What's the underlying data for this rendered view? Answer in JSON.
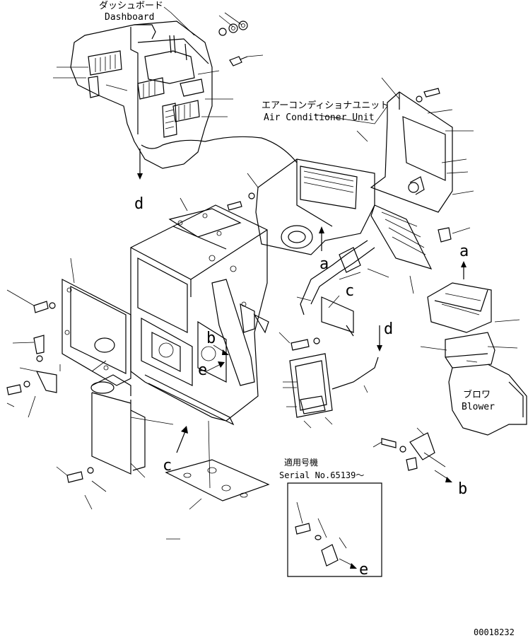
{
  "labels": {
    "dashboard_jp": "ダッシュボード",
    "dashboard_en": "Dashboard",
    "ac_unit_jp": "エアーコンディショナユニット",
    "ac_unit_en": "Air Conditioner Unit",
    "blower_jp": "ブロワ",
    "blower_en": "Blower",
    "serial_jp": "適用号機",
    "serial_en": "Serial No.65139～",
    "drawing_number": "00018232"
  },
  "callouts": {
    "a1": "a",
    "a2": "a",
    "b1": "b",
    "b2": "b",
    "c1": "c",
    "c2": "c",
    "d1": "d",
    "d2": "d",
    "e1": "e",
    "e2": "e"
  }
}
